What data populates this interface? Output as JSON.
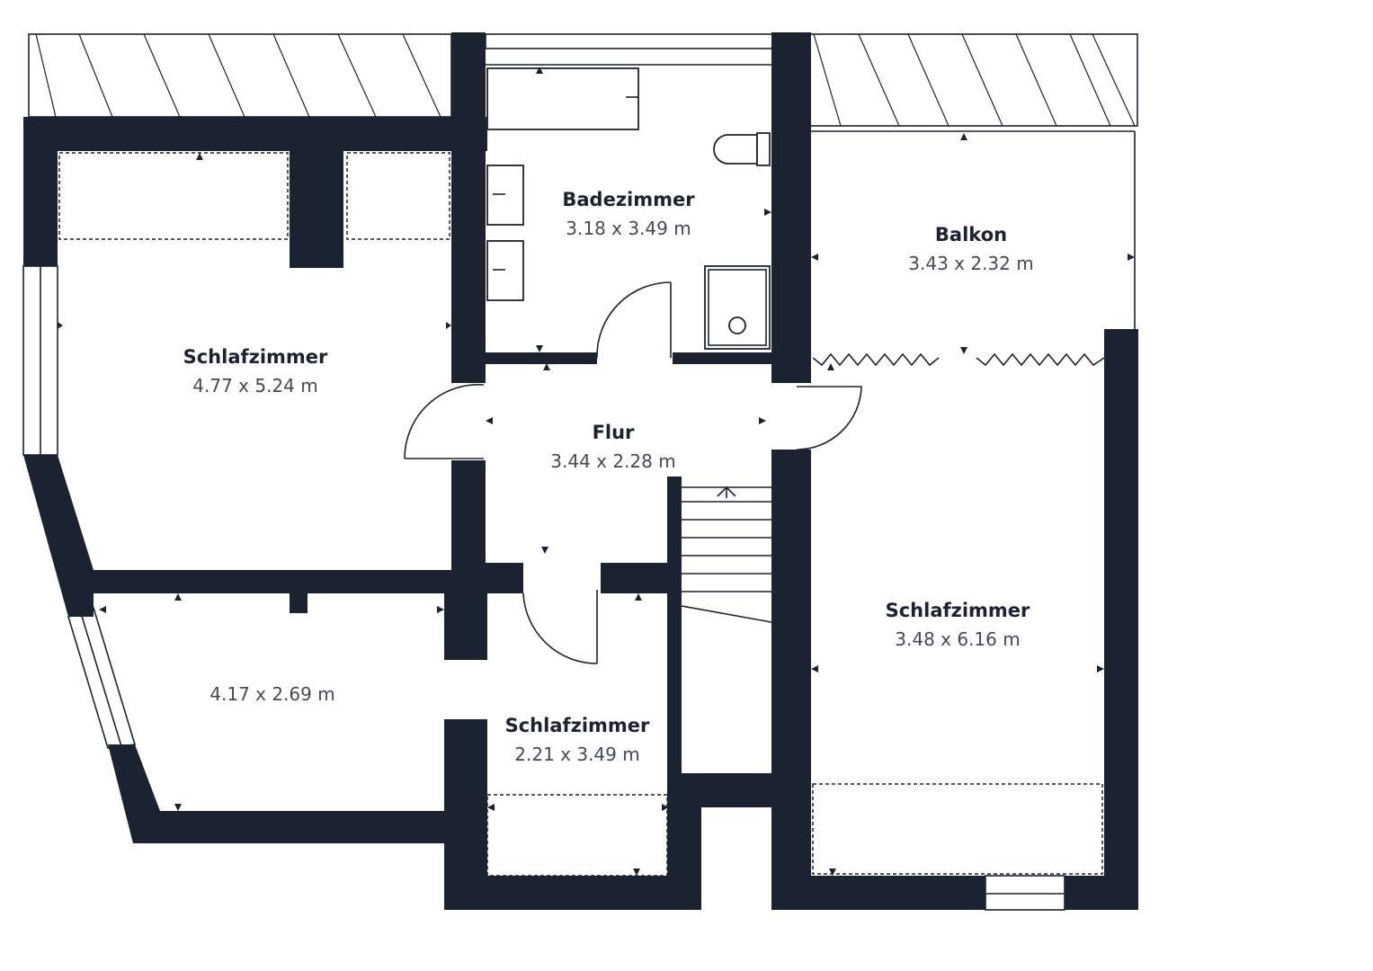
{
  "colors": {
    "wall": "#1b2330",
    "label": "#1b2330",
    "dimension": "#444a56",
    "background": "#ffffff"
  },
  "rooms": {
    "badezimmer": {
      "name": "Badezimmer",
      "dims": "3.18 x 3.49 m"
    },
    "balkon": {
      "name": "Balkon",
      "dims": "3.43 x 2.32 m"
    },
    "schlafzimmer_nw": {
      "name": "Schlafzimmer",
      "dims": "4.77 x 5.24 m"
    },
    "flur": {
      "name": "Flur",
      "dims": "3.44 x 2.28 m"
    },
    "schlafzimmer_e": {
      "name": "Schlafzimmer",
      "dims": "3.48 x 6.16 m"
    },
    "room_sw": {
      "dims": "4.17 x 2.69 m"
    },
    "schlafzimmer_s": {
      "name": "Schlafzimmer",
      "dims": "2.21 x 3.49 m"
    }
  }
}
